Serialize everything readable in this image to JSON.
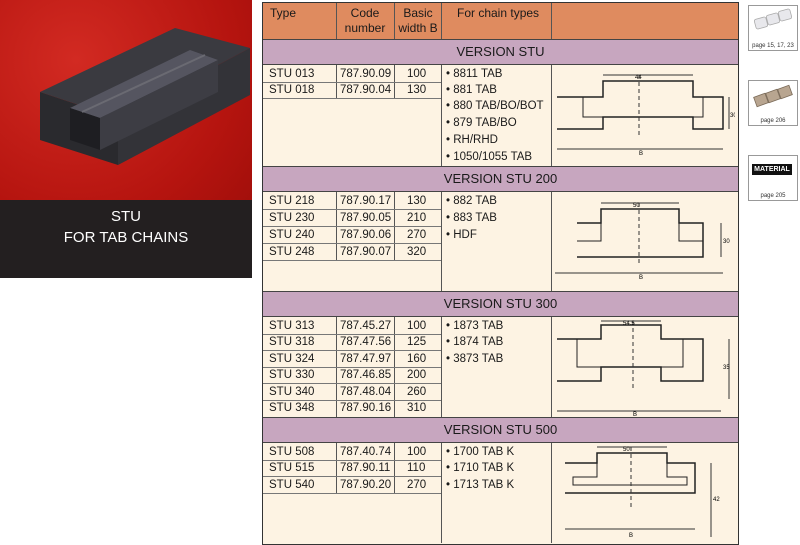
{
  "caption": {
    "line1": "STU",
    "line2": "FOR TAB CHAINS"
  },
  "headers": {
    "type": "Type",
    "code": "Code number",
    "width": "Basic width B",
    "chains": "For chain types"
  },
  "sections": [
    {
      "title": "VERSION STU",
      "rows": [
        {
          "type": "STU 013",
          "code": "787.90.09",
          "width": "100"
        },
        {
          "type": "STU 018",
          "code": "787.90.04",
          "width": "130"
        }
      ],
      "chains": [
        "• 8811 TAB",
        "• 881 TAB",
        "• 880 TAB/BO/BOT",
        "• 879 TAB/BO",
        "• RH/RHD",
        "• 1050/1055 TAB"
      ]
    },
    {
      "title": "VERSION STU 200",
      "rows": [
        {
          "type": "STU 218",
          "code": "787.90.17",
          "width": "130"
        },
        {
          "type": "STU 230",
          "code": "787.90.05",
          "width": "210"
        },
        {
          "type": "STU 240",
          "code": "787.90.06",
          "width": "270"
        },
        {
          "type": "STU 248",
          "code": "787.90.07",
          "width": "320"
        }
      ],
      "chains": [
        "• 882 TAB",
        "• 883 TAB",
        "• HDF"
      ]
    },
    {
      "title": "VERSION STU 300",
      "rows": [
        {
          "type": "STU 313",
          "code": "787.45.27",
          "width": "100"
        },
        {
          "type": "STU 318",
          "code": "787.47.56",
          "width": "125"
        },
        {
          "type": "STU 324",
          "code": "787.47.97",
          "width": "160"
        },
        {
          "type": "STU 330",
          "code": "787.46.85",
          "width": "200"
        },
        {
          "type": "STU 340",
          "code": "787.48.04",
          "width": "260"
        },
        {
          "type": "STU 348",
          "code": "787.90.16",
          "width": "310"
        }
      ],
      "chains": [
        "• 1873 TAB",
        "• 1874 TAB",
        "• 3873 TAB"
      ]
    },
    {
      "title": "VERSION STU 500",
      "rows": [
        {
          "type": "STU 508",
          "code": "787.40.74",
          "width": "100"
        },
        {
          "type": "STU 515",
          "code": "787.90.11",
          "width": "110"
        },
        {
          "type": "STU 540",
          "code": "787.90.20",
          "width": "270"
        }
      ],
      "chains": [
        "• 1700 TAB K",
        "• 1710 TAB K",
        "• 1713 TAB K"
      ]
    }
  ],
  "dims": {
    "s1": {
      "top": "44",
      "side": "30",
      "bottom": "B"
    },
    "s2": {
      "top": "50",
      "side": "30",
      "bottom": "B"
    },
    "s3": {
      "top": "54.5",
      "side": "35",
      "bottom": "B"
    },
    "s4": {
      "top": "50",
      "side": "42",
      "bottom": "B"
    }
  },
  "sidebar": {
    "ref1": "page 15, 17, 23",
    "ref2": "page 206",
    "material_label": "MATERIAL",
    "ref3": "page 205"
  }
}
